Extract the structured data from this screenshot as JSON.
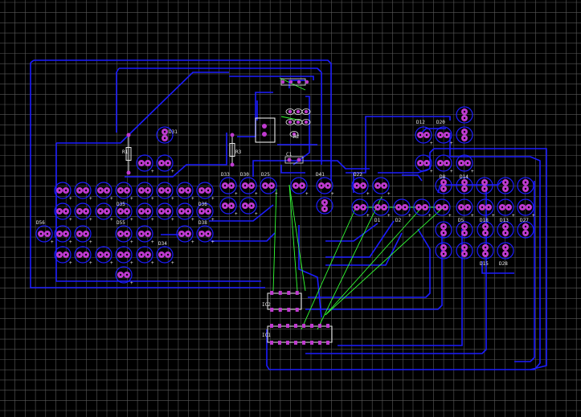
{
  "editor": {
    "background": "#000000",
    "grid_color": "#5a5a5a",
    "trace_color": "#1c1cff",
    "ratsnest_color": "#33ff33",
    "pad_color": "#c03ad0",
    "drill_color": "#000000",
    "silk_color": "#e8e8e8"
  },
  "labels": {
    "d12": "D12",
    "d20": "D20",
    "d25": "D25",
    "d36": "D36",
    "d33": "D33",
    "d30": "D30",
    "d41": "D41",
    "d22": "D22",
    "d2": "D2",
    "d1": "D1",
    "d5": "D5",
    "d18": "D18",
    "d13": "D13",
    "d27": "D27",
    "d14": "D14",
    "d8": "D8",
    "d15": "D15",
    "d28": "D28",
    "d56": "D56",
    "d55": "D55",
    "d34": "D34",
    "d38": "D38",
    "d35": "D35",
    "d31": "D31",
    "r1": "R1",
    "r2": "R2",
    "r3": "R3",
    "c1": "C1",
    "ic2": "IC2",
    "ic1": "IC1",
    "plus": "+"
  }
}
